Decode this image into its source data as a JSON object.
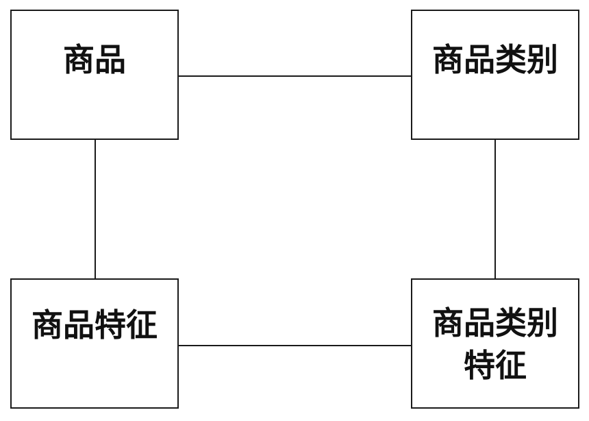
{
  "diagram": {
    "nodes": {
      "top_left": {
        "label": "商品"
      },
      "top_right": {
        "label": "商品类别"
      },
      "bottom_left": {
        "label": "商品特征"
      },
      "bottom_right": {
        "label": "商品类别特征"
      }
    },
    "edges": [
      {
        "from": "商品",
        "to": "商品类别"
      },
      {
        "from": "商品",
        "to": "商品特征"
      },
      {
        "from": "商品类别",
        "to": "商品类别特征"
      },
      {
        "from": "商品特征",
        "to": "商品类别特征"
      }
    ]
  }
}
